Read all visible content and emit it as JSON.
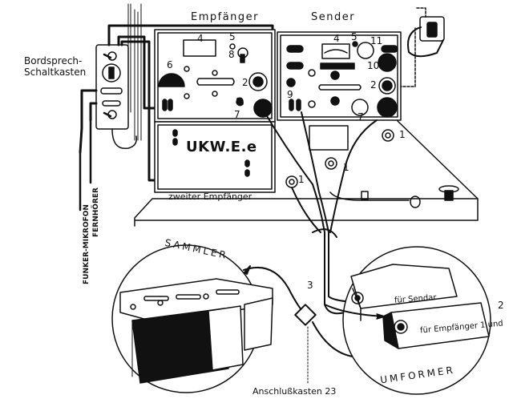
{
  "diagram": {
    "title": "Funkanlage Bordverkabelung",
    "labels": {
      "bordsprech": "Bordsprech-Schaltkasten",
      "empfaenger": "Empfänger",
      "sender": "Sender",
      "ukw": "UKW.E.e",
      "zweiter_empfaenger": "zweiter Empfänger",
      "funker_mikrofon": "FUNKER-MIKROFON",
      "fernhoerer": "FERNHÖRER",
      "sammler": "SAMMLER",
      "umformer": "UMFORMER",
      "anschlusskasten": "Anschlußkasten 23",
      "fuer_sender": "für Sendar",
      "fuer_empfaenger": "für Empfänger 1 und"
    },
    "receiver_callouts": [
      "4",
      "5",
      "8",
      "6",
      "2",
      "7"
    ],
    "sender_callouts": [
      "4",
      "5",
      "11",
      "10",
      "2",
      "9",
      "7"
    ],
    "mount_callouts": [
      "1",
      "1",
      "1"
    ],
    "cable_callout": "3",
    "umformer_callout": "2",
    "nodes": [
      {
        "id": "bordsprech",
        "label": "Bordsprech-Schaltkasten"
      },
      {
        "id": "empfaenger",
        "label": "Empfänger"
      },
      {
        "id": "sender",
        "label": "Sender"
      },
      {
        "id": "ukw",
        "label": "UKW.E.e (zweiter Empfänger)"
      },
      {
        "id": "sammler",
        "label": "SAMMLER"
      },
      {
        "id": "anschluss",
        "label": "Anschlußkasten 23"
      },
      {
        "id": "umformer",
        "label": "UMFORMER"
      }
    ],
    "edges": [
      {
        "from": "bordsprech",
        "to": "empfaenger"
      },
      {
        "from": "bordsprech",
        "to": "ukw"
      },
      {
        "from": "empfaenger",
        "to": "sender"
      },
      {
        "from": "sammler",
        "to": "anschluss",
        "label": "3"
      },
      {
        "from": "anschluss",
        "to": "umformer"
      },
      {
        "from": "umformer",
        "to": "sender"
      },
      {
        "from": "umformer",
        "to": "empfaenger"
      }
    ]
  }
}
